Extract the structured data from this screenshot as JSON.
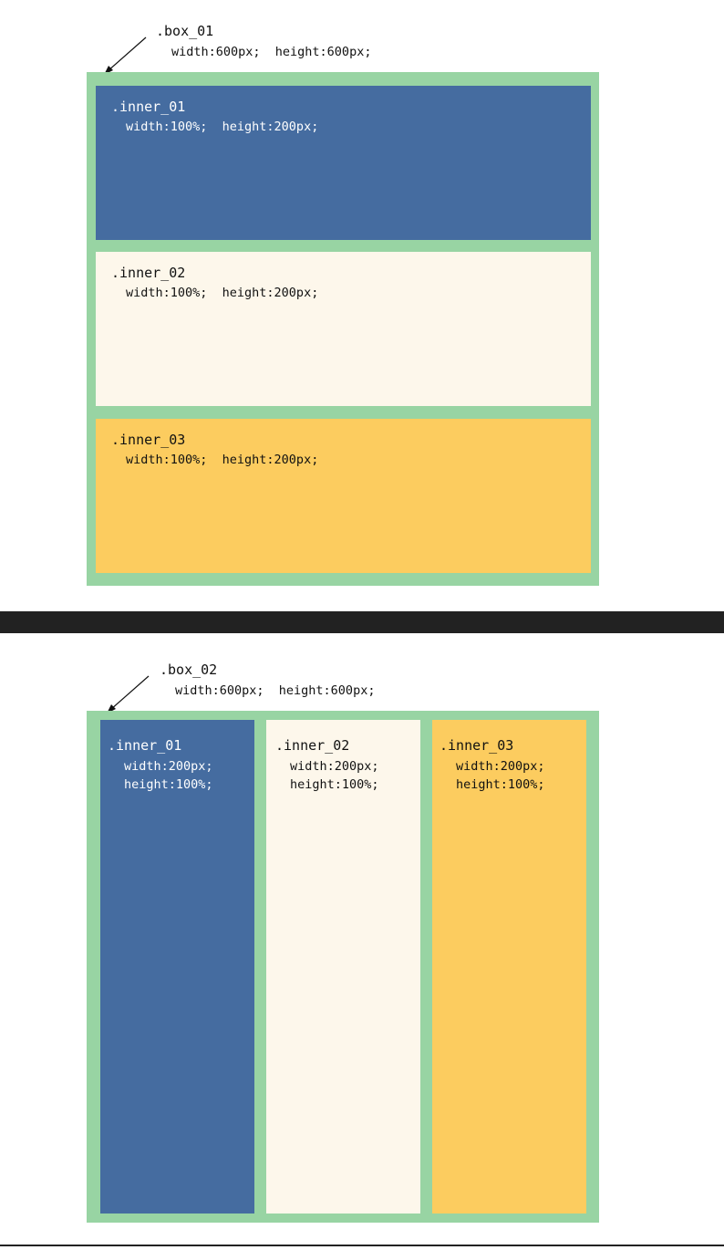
{
  "diagram1": {
    "box_name": ".box_01",
    "box_spec": "width:600px;  height:600px;",
    "inners": [
      {
        "name": ".inner_01",
        "spec": "width:100%;  height:200px;"
      },
      {
        "name": ".inner_02",
        "spec": "width:100%;  height:200px;"
      },
      {
        "name": ".inner_03",
        "spec": "width:100%;  height:200px;"
      }
    ]
  },
  "diagram2": {
    "box_name": ".box_02",
    "box_spec": "width:600px;  height:600px;",
    "inners": [
      {
        "name": ".inner_01",
        "spec_w": "width:200px;",
        "spec_h": "height:100%;"
      },
      {
        "name": ".inner_02",
        "spec_w": "width:200px;",
        "spec_h": "height:100%;"
      },
      {
        "name": ".inner_03",
        "spec_w": "width:200px;",
        "spec_h": "height:100%;"
      }
    ]
  },
  "colors": {
    "outer_box": "#98d4a3",
    "inner_01": "#456ca0",
    "inner_02": "#fdf7eb",
    "inner_03": "#fccc5f",
    "divider": "#222222"
  }
}
